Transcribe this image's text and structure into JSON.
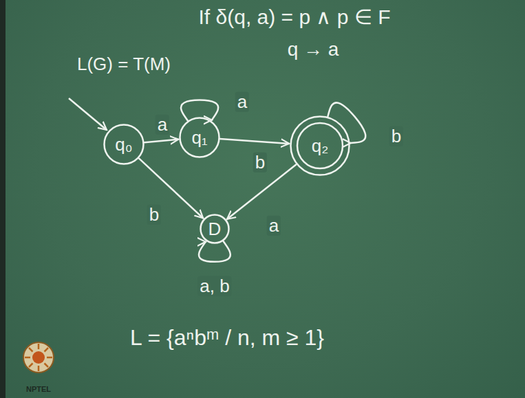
{
  "diagram": {
    "nodes": [
      {
        "text": [
          "q₀"
        ]
      },
      {
        "text": [
          "q₁"
        ]
      },
      {
        "text": [
          "q₂"
        ]
      },
      {
        "text": [
          "D"
        ]
      }
    ],
    "edges": [
      {
        "from": 0,
        "to": 1,
        "label": "a",
        "arrow": "to"
      },
      {
        "from": 1,
        "to": 1,
        "label": "a",
        "arrow": "to"
      },
      {
        "from": 1,
        "to": 2,
        "label": "b",
        "arrow": "to"
      },
      {
        "from": 2,
        "to": 2,
        "label": "b",
        "arrow": "to"
      },
      {
        "from": 0,
        "to": 3,
        "label": "b",
        "arrow": "to"
      },
      {
        "from": 2,
        "to": 3,
        "label": "a",
        "arrow": "to"
      },
      {
        "from": 3,
        "to": 3,
        "label": "a, b",
        "arrow": "to"
      }
    ],
    "labels": [
      "If δ(q, a) = p ∧ p ∈ F",
      "q → a",
      "L(G) = T(M)",
      "L = {aⁿbᵐ / n, m ≥ 1}",
      "NPTEL"
    ]
  }
}
